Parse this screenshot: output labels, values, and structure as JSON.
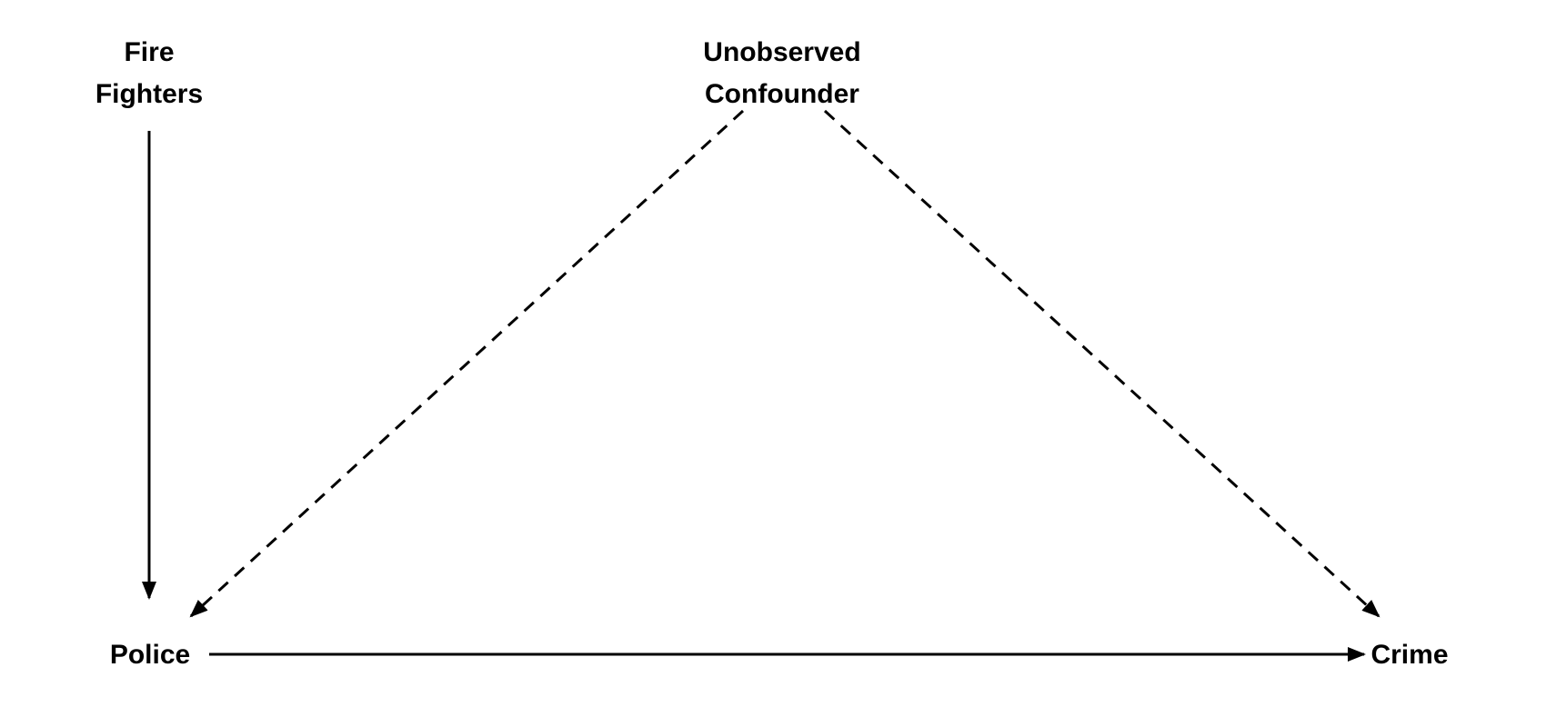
{
  "nodes": {
    "fire_fighters": {
      "line1": "Fire",
      "line2": "Fighters"
    },
    "confounder": {
      "line1": "Unobserved",
      "line2": "Confounder"
    },
    "police": {
      "label": "Police"
    },
    "crime": {
      "label": "Crime"
    }
  },
  "edges": [
    {
      "from": "Fire Fighters",
      "to": "Police",
      "style": "solid"
    },
    {
      "from": "Police",
      "to": "Crime",
      "style": "solid"
    },
    {
      "from": "Unobserved Confounder",
      "to": "Police",
      "style": "dashed"
    },
    {
      "from": "Unobserved Confounder",
      "to": "Crime",
      "style": "dashed"
    }
  ],
  "colors": {
    "line": "#000000",
    "background": "#ffffff"
  }
}
